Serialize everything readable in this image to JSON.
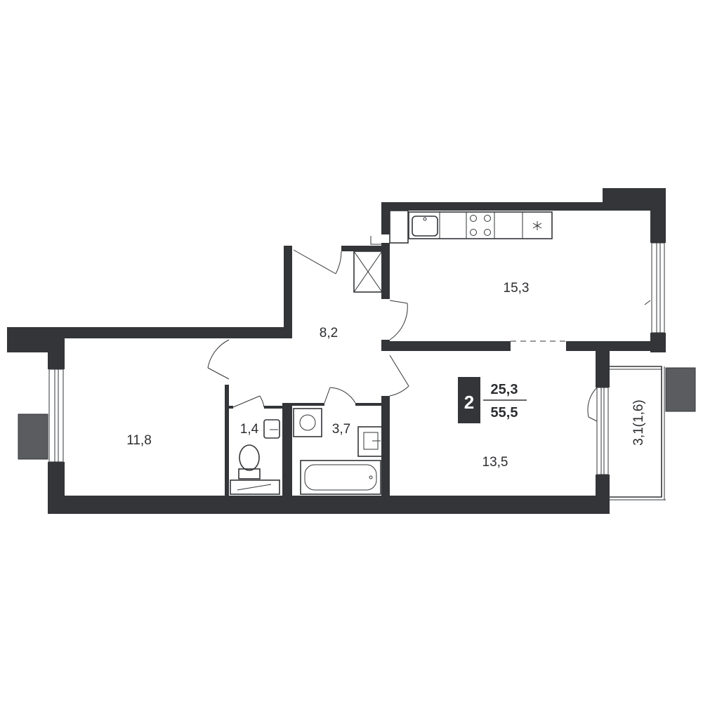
{
  "rooms": {
    "living_left": "11,8",
    "hallway": "8,2",
    "toilet": "1,4",
    "bathroom": "3,7",
    "kitchen": "15,3",
    "bedroom": "13,5",
    "balcony": "3,1(1,6)"
  },
  "badge": {
    "rooms_count": "2",
    "living_area": "25,3",
    "total_area": "55,5"
  },
  "colors": {
    "wall": "#333538",
    "ac_unit": "#5a5c60",
    "background": "#ffffff"
  }
}
